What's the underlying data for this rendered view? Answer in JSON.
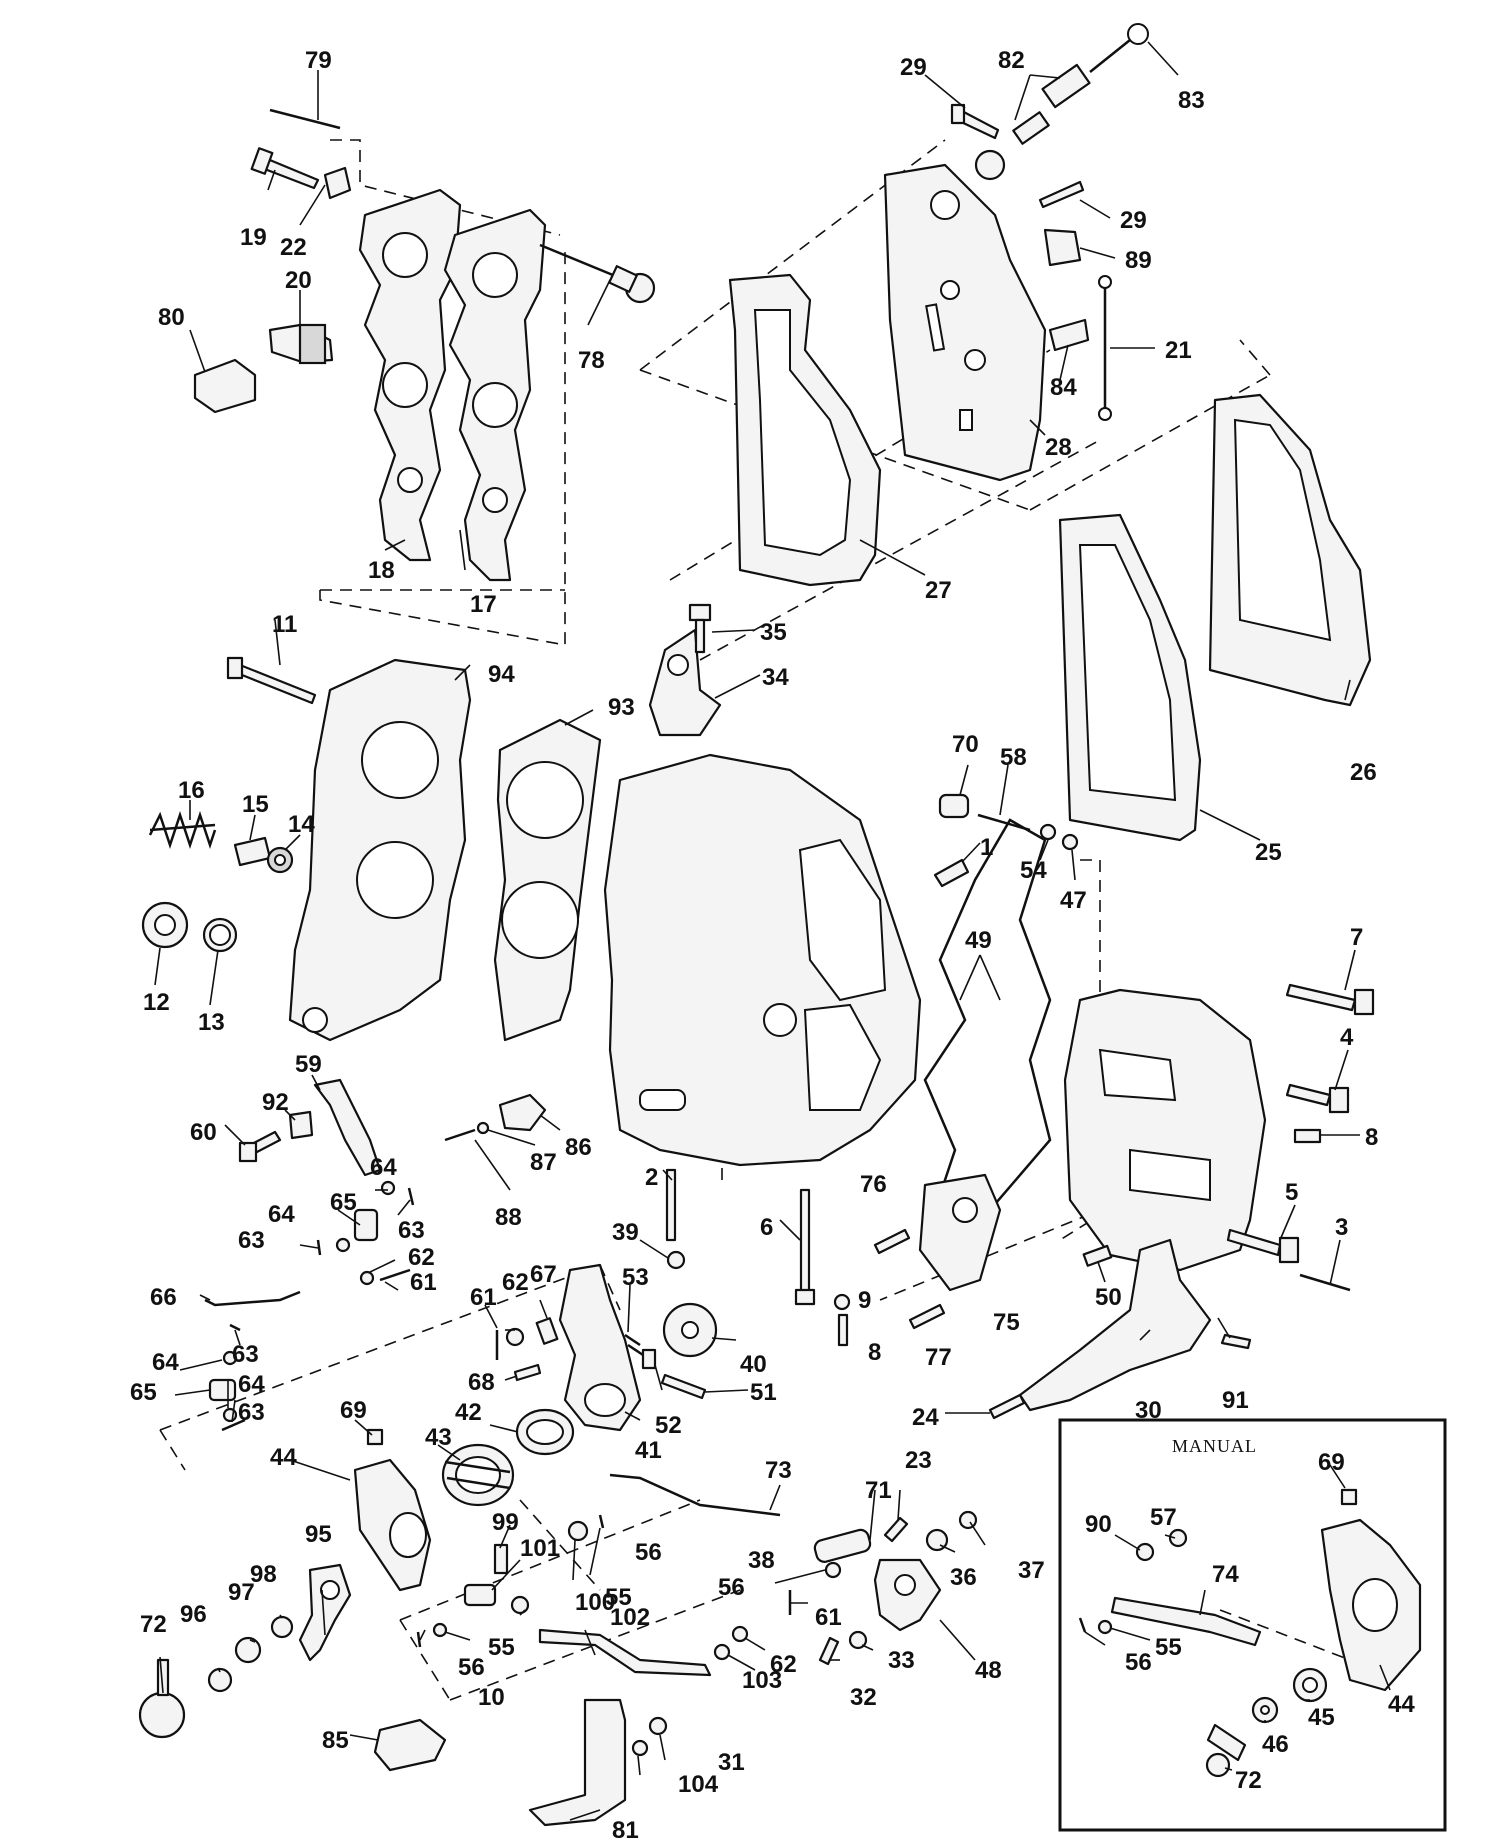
{
  "inset": {
    "title": "MANUAL"
  },
  "callouts": {
    "n1": "1",
    "n2": "2",
    "n3": "3",
    "n4": "4",
    "n5": "5",
    "n6": "6",
    "n7": "7",
    "n8a": "8",
    "n8b": "8",
    "n9": "9",
    "n10": "10",
    "n11": "11",
    "n12": "12",
    "n13": "13",
    "n14": "14",
    "n15": "15",
    "n16": "16",
    "n17": "17",
    "n18": "18",
    "n19": "19",
    "n20": "20",
    "n21": "21",
    "n22": "22",
    "n23": "23",
    "n24": "24",
    "n25": "25",
    "n26": "26",
    "n27": "27",
    "n28": "28",
    "n29a": "29",
    "n29b": "29",
    "n30": "30",
    "n31": "31",
    "n32": "32",
    "n33": "33",
    "n34": "34",
    "n35": "35",
    "n36": "36",
    "n37": "37",
    "n38": "38",
    "n39": "39",
    "n40": "40",
    "n41": "41",
    "n42": "42",
    "n43": "43",
    "n44a": "44",
    "n44b": "44",
    "n45": "45",
    "n46": "46",
    "n47": "47",
    "n48": "48",
    "n49": "49",
    "n50": "50",
    "n51": "51",
    "n52": "52",
    "n53": "53",
    "n54": "54",
    "n55a": "55",
    "n55b": "55",
    "n55c": "55",
    "n56a": "56",
    "n56b": "56",
    "n56c": "56",
    "n56d": "56",
    "n57": "57",
    "n58": "58",
    "n59": "59",
    "n60": "60",
    "n61a": "61",
    "n61b": "61",
    "n61c": "61",
    "n62a": "62",
    "n62b": "62",
    "n62c": "62",
    "n63a": "63",
    "n63b": "63",
    "n63c": "63",
    "n63d": "63",
    "n64a": "64",
    "n64b": "64",
    "n64c": "64",
    "n64d": "64",
    "n65a": "65",
    "n65b": "65",
    "n66": "66",
    "n67": "67",
    "n68": "68",
    "n69a": "69",
    "n69b": "69",
    "n70": "70",
    "n71": "71",
    "n72a": "72",
    "n72b": "72",
    "n73": "73",
    "n74": "74",
    "n75": "75",
    "n76": "76",
    "n77": "77",
    "n78": "78",
    "n79": "79",
    "n80": "80",
    "n81": "81",
    "n82": "82",
    "n83": "83",
    "n84": "84",
    "n85": "85",
    "n86": "86",
    "n87": "87",
    "n88": "88",
    "n89": "89",
    "n90": "90",
    "n91": "91",
    "n92": "92",
    "n93": "93",
    "n94": "94",
    "n95": "95",
    "n96": "96",
    "n97": "97",
    "n98": "98",
    "n99": "99",
    "n100": "100",
    "n101": "101",
    "n102": "102",
    "n103": "103",
    "n104": "104"
  }
}
